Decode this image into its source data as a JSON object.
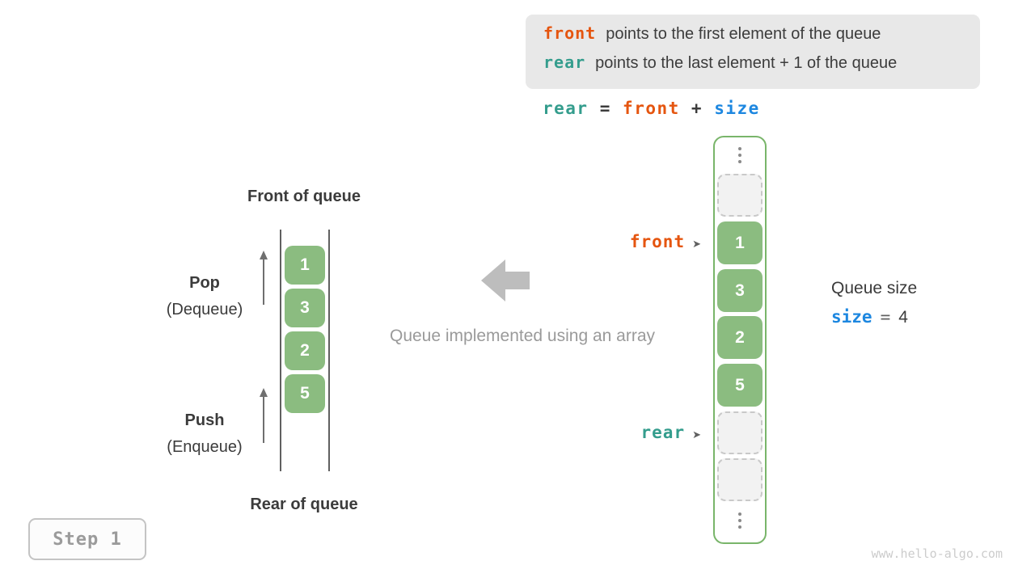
{
  "colors": {
    "cell_green": "#8bbc80",
    "array_border_green": "#79b56a",
    "front_orange": "#e5550f",
    "rear_teal": "#349d8d",
    "size_blue": "#1d87e0",
    "note_box_bg": "#e8e8e8",
    "dark_text": "#3c3c3c",
    "gray_text": "#9a9a9a",
    "block_arrow_gray": "#bdbdbd"
  },
  "note_box": {
    "line1_code": "front",
    "line1_text": "points to the first element of the queue",
    "line2_code": "rear",
    "line2_text": "points to the last element + 1 of the queue"
  },
  "formula": {
    "rear": "rear",
    "equals": "=",
    "front": "front",
    "plus": "+",
    "size": "size"
  },
  "left_queue": {
    "front_label": "Front of queue",
    "rear_label": "Rear of queue",
    "pop": "Pop",
    "pop_sub": "(Dequeue)",
    "push": "Push",
    "push_sub": "(Enqueue)",
    "values": [
      "1",
      "3",
      "2",
      "5"
    ]
  },
  "center_caption": "Queue implemented using an array",
  "array_column": {
    "front_pointer": "front",
    "rear_pointer": "rear",
    "pointer_arrow": "➤",
    "values": [
      "1",
      "3",
      "2",
      "5"
    ]
  },
  "size_info": {
    "title": "Queue size",
    "var": "size",
    "equals": "=",
    "value": "4"
  },
  "step_label": "Step 1",
  "watermark": "www.hello-algo.com"
}
